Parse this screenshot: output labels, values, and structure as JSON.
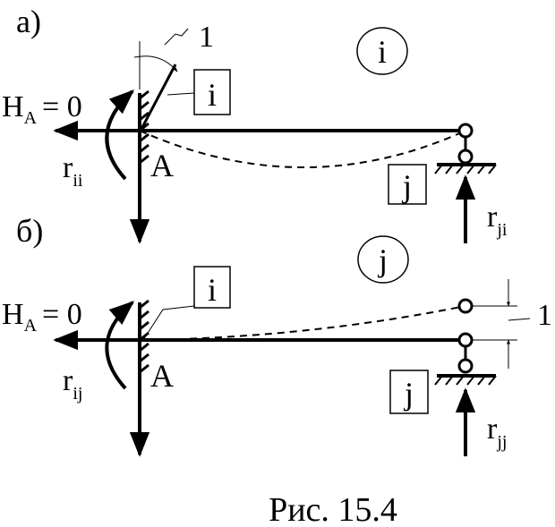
{
  "panel_a": {
    "label": "а)",
    "node_label": "i",
    "ha_main": "H",
    "ha_sub": "A",
    "ha_value": "= 0",
    "rotation_value": "1",
    "boxed_i": "i",
    "support_a": "A",
    "moment_main": "r",
    "moment_sub": "ii",
    "boxed_j": "j",
    "reaction_main": "r",
    "reaction_sub": "ji"
  },
  "panel_b": {
    "label": "б)",
    "node_label": "j",
    "ha_main": "H",
    "ha_sub": "A",
    "ha_value": "= 0",
    "boxed_i": "i",
    "displacement_value": "1",
    "support_a": "A",
    "moment_main": "r",
    "moment_sub": "ij",
    "boxed_j": "j",
    "reaction_main": "r",
    "reaction_sub": "jj"
  },
  "caption": "Рис. 15.4"
}
